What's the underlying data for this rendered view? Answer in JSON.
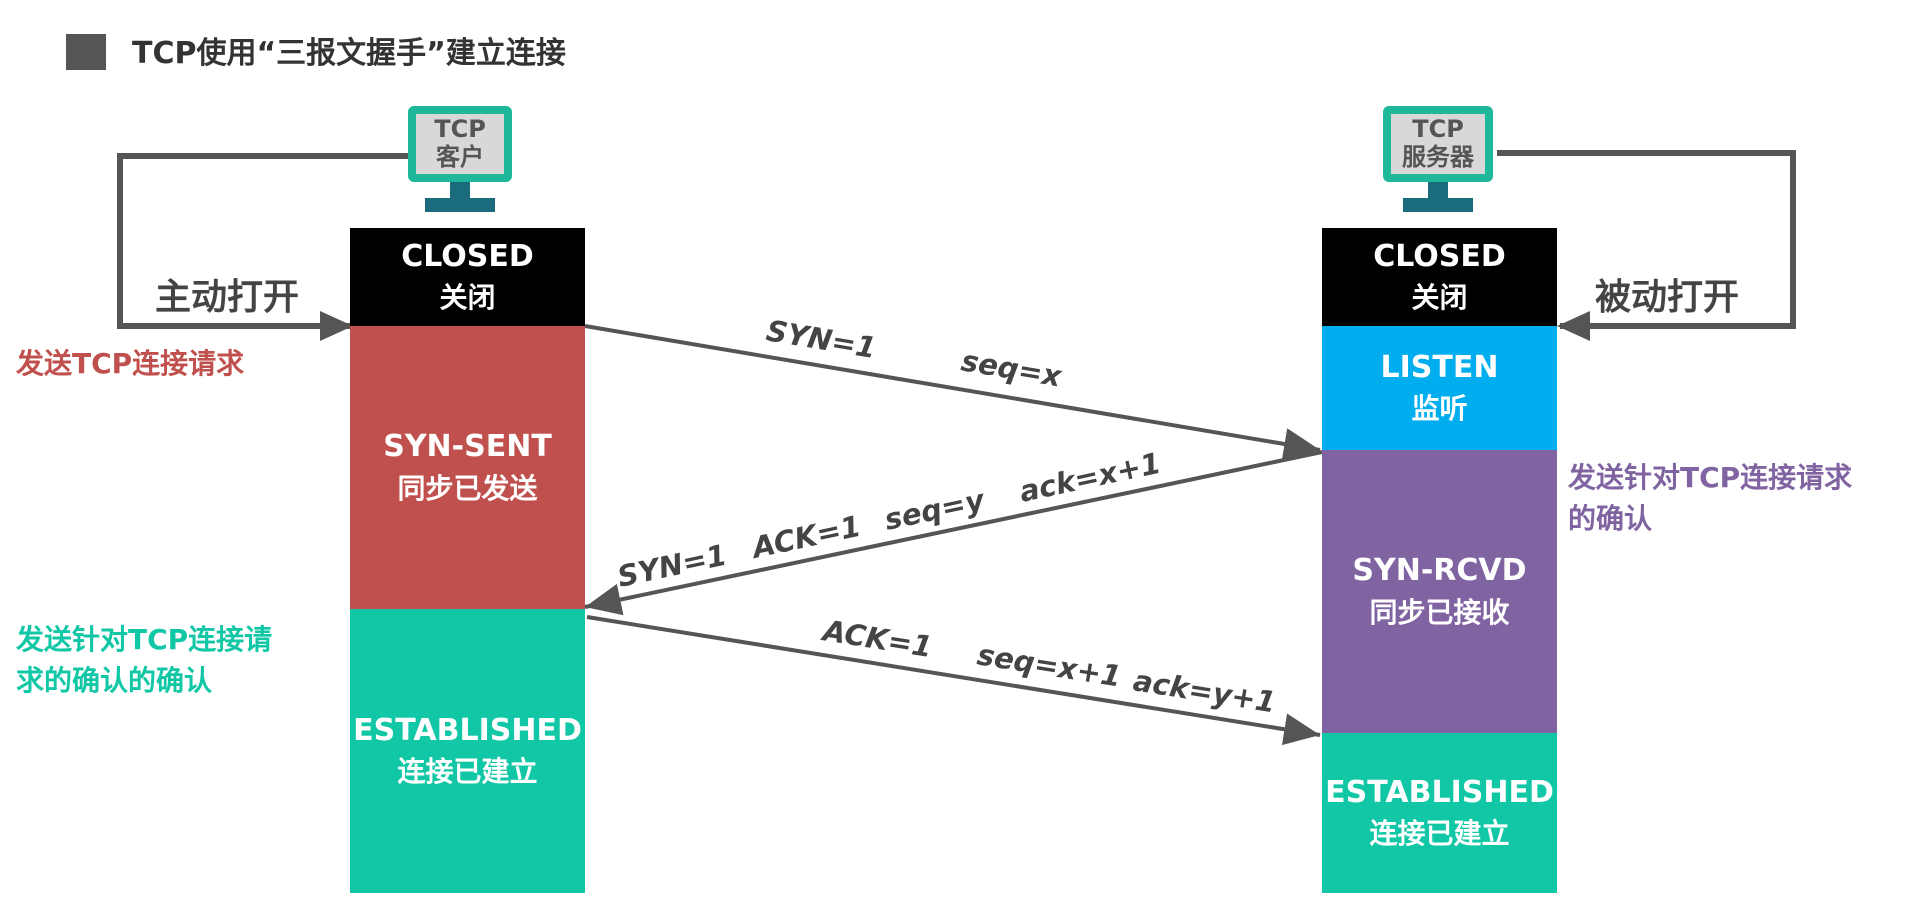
{
  "header": {
    "title": "TCP使用“三报文握手”建立连接"
  },
  "client": {
    "device": [
      "TCP",
      "客户"
    ],
    "open_label": "主动打开",
    "closed": {
      "en": "CLOSED",
      "cn": "关闭"
    },
    "syn_sent": {
      "en": "SYN-SENT",
      "cn": "同步已发送"
    },
    "established": {
      "en": "ESTABLISHED",
      "cn": "连接已建立"
    },
    "annotation_1": "发送TCP连接请求",
    "annotation_2_line1": "发送针对TCP连接请",
    "annotation_2_line2": "求的确认的确认"
  },
  "server": {
    "device": [
      "TCP",
      "服务器"
    ],
    "open_label": "被动打开",
    "closed": {
      "en": "CLOSED",
      "cn": "关闭"
    },
    "listen": {
      "en": "LISTEN",
      "cn": "监听"
    },
    "syn_rcvd": {
      "en": "SYN-RCVD",
      "cn": "同步已接收"
    },
    "established": {
      "en": "ESTABLISHED",
      "cn": "连接已建立"
    },
    "annotation_line1": "发送针对TCP连接请求",
    "annotation_line2": "的确认"
  },
  "messages": {
    "m1": {
      "syn": "SYN=1",
      "seq": "seq=x"
    },
    "m2": {
      "syn": "SYN=1",
      "ack_flag": "ACK=1",
      "seq": "seq=y",
      "ack": "ack=x+1"
    },
    "m3": {
      "ack_flag": "ACK=1",
      "seq": "seq=x+1",
      "ack": "ack=y+1"
    }
  },
  "colors": {
    "closed": "#000000",
    "syn_sent": "#c0504d",
    "established": "#12c7a5",
    "listen": "#00aeef",
    "syn_rcvd": "#8064a2",
    "line": "#555555",
    "annotation_red": "#c0504d",
    "annotation_teal": "#12c7a5",
    "annotation_purple": "#8064a2"
  }
}
